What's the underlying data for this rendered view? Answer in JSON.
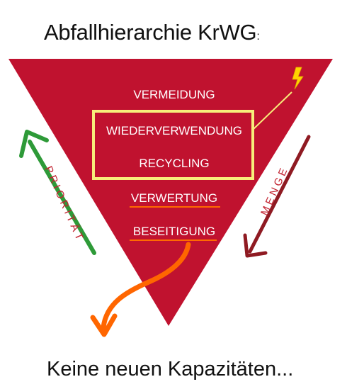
{
  "title": {
    "text": "Abfallhierarchie KrWG",
    "suffix": ":"
  },
  "levels": [
    {
      "label": "VERMEIDUNG"
    },
    {
      "label": "WIEDERVERWENDUNG"
    },
    {
      "label": "RECYCLING"
    },
    {
      "label": "VERWERTUNG"
    },
    {
      "label": "BESEITIGUNG"
    }
  ],
  "arrows": {
    "priority_label": "PRIORITÄT",
    "amount_label": "MENGE"
  },
  "footer": {
    "text": "Keine neuen Kapazitäten..."
  },
  "colors": {
    "triangle": "#c0122f",
    "highlight_frame": "#f7ee7a",
    "underline": "#ff6a00",
    "priority_arrow": "#2e9a38",
    "amount_arrow": "#8f1a22",
    "lightning": "#ffd400",
    "overflow_arrow": "#ff6600"
  },
  "icons": {
    "lightning": "lightning-icon"
  }
}
